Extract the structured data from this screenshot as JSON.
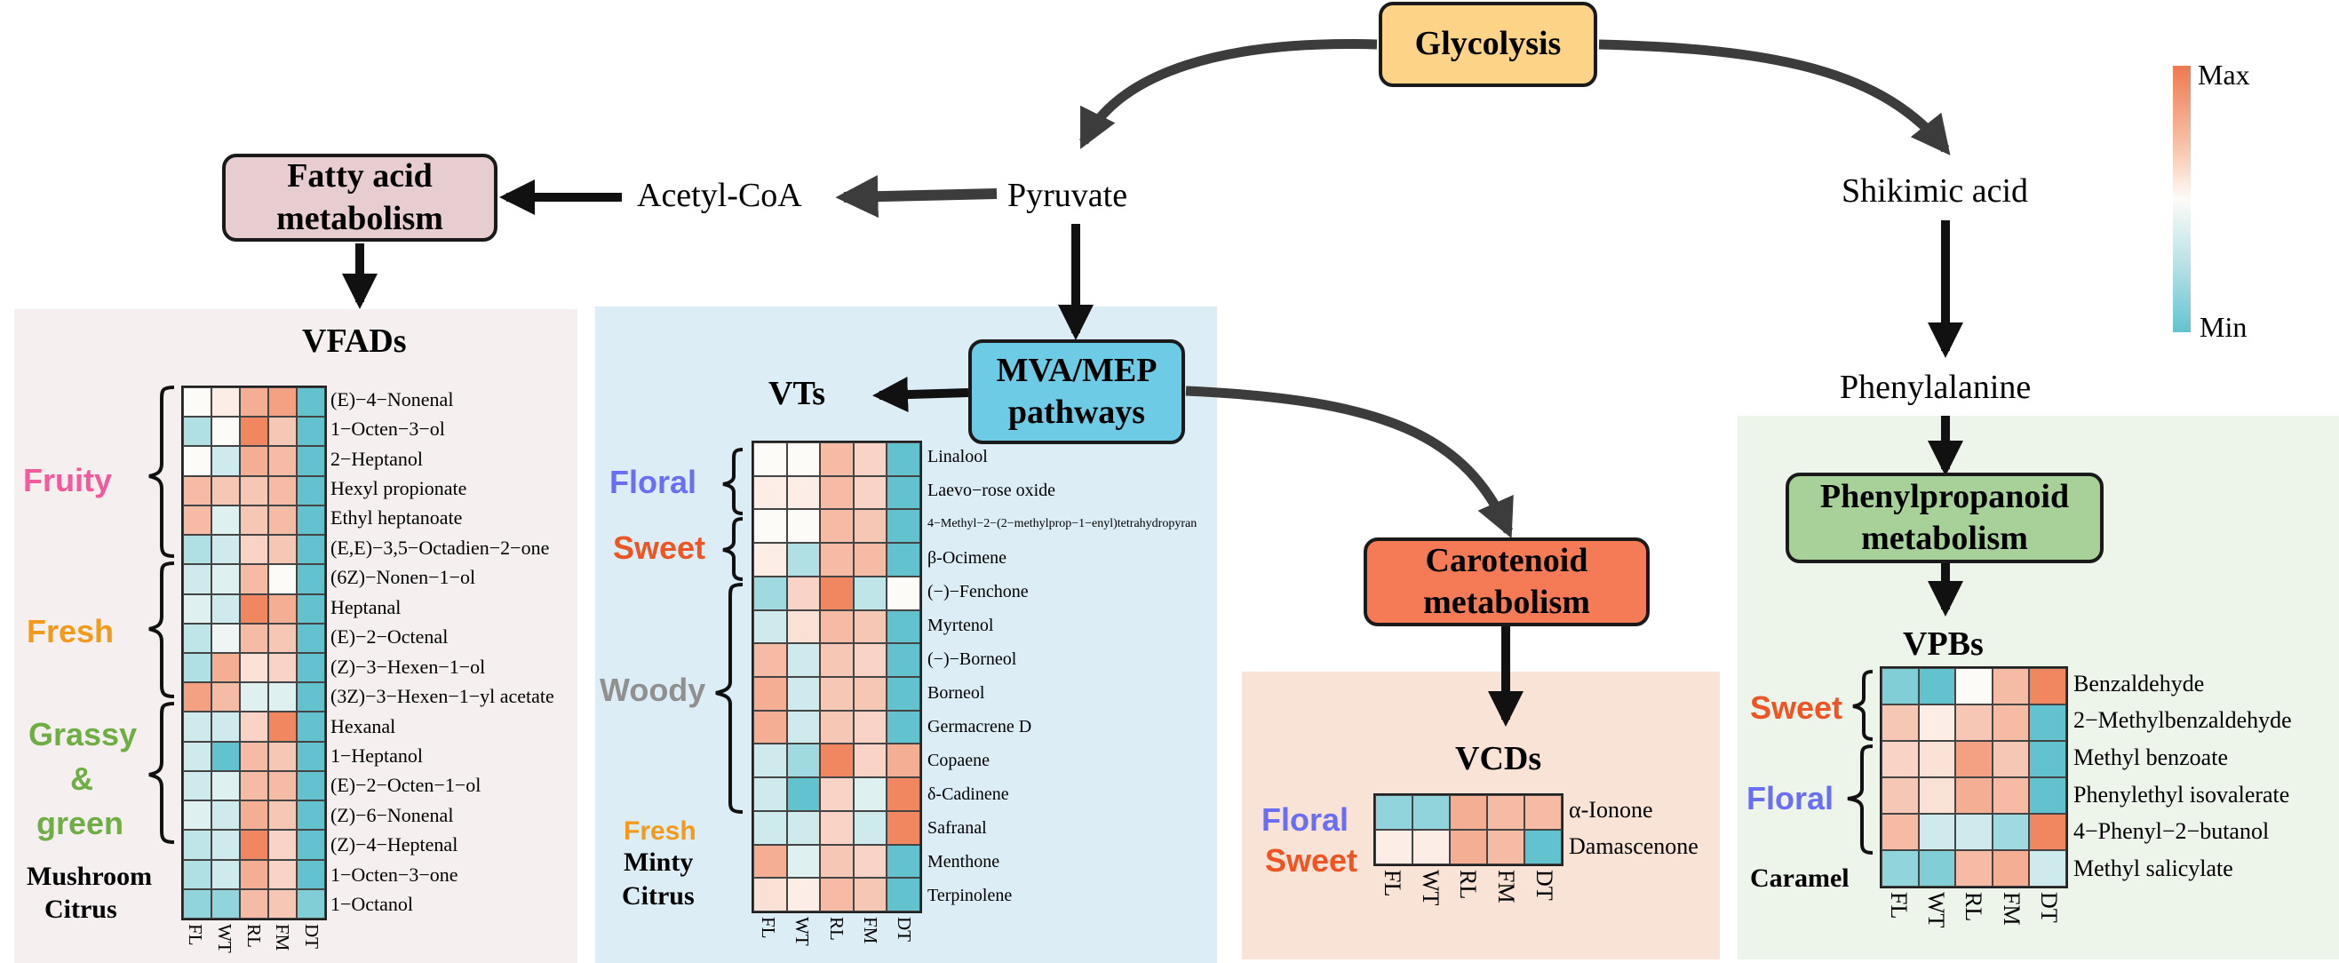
{
  "nodes": {
    "glycolysis": "Glycolysis",
    "pyruvate": "Pyruvate",
    "acetyl_coa": "Acetyl-CoA",
    "fatty_acid": "Fatty acid\nmetabolism",
    "mva_mep": "MVA/MEP\npathways",
    "shikimic": "Shikimic acid",
    "phenylalanine": "Phenylalanine",
    "phenylpropanoid": "Phenylpropanoid\nmetabolism",
    "carotenoid": "Carotenoid\nmetabolism"
  },
  "legend": {
    "max": "Max",
    "min": "Min"
  },
  "colors": {
    "glycolysis": "#fdd387",
    "fatty_acid": "#e8cdd0",
    "mva_mep": "#6ecbe6",
    "carotenoid": "#f47b56",
    "phenylpropanoid": "#a8d19a",
    "vfad_bg": "#f5efef",
    "vt_bg": "#dcedf5",
    "vcd_bg": "#f9e3d6",
    "vpb_bg": "#edf4ea",
    "fruity": "#f25a9b",
    "fresh": "#f39a1c",
    "grassy": "#6fad45",
    "floral": "#6a6ef5",
    "sweet": "#ef5424",
    "woody": "#909090"
  },
  "columns": [
    "FL",
    "WT",
    "RL",
    "FM",
    "DT"
  ],
  "panels": {
    "vfad": {
      "title": "VFADs",
      "compounds": [
        "(E)−4−Nonenal",
        "1−Octen−3−ol",
        "2−Heptanol",
        "Hexyl propionate",
        "Ethyl heptanoate",
        "(E,E)−3,5−Octadien−2−one",
        "(6Z)−Nonen−1−ol",
        "Heptanal",
        "(E)−2−Octenal",
        "(Z)−3−Hexen−1−ol",
        "(3Z)−3−Hexen−1−yl acetate",
        "Hexanal",
        "1−Heptanol",
        "(E)−2−Octen−1−ol",
        "(Z)−6−Nonenal",
        "(Z)−4−Heptenal",
        "1−Octen−3−one",
        "1−Octanol"
      ],
      "categories": {
        "fruity": "Fruity",
        "fresh": "Fresh",
        "grassy": "Grassy",
        "amp": "&",
        "green": "green",
        "mushroom": "Mushroom",
        "citrus": "Citrus"
      },
      "heat": [
        [
          0.0,
          0.1,
          0.6,
          0.7,
          -1.0
        ],
        [
          -0.5,
          0.0,
          0.9,
          0.4,
          -1.0
        ],
        [
          0.0,
          -0.3,
          0.6,
          0.5,
          -1.0
        ],
        [
          0.5,
          0.4,
          0.4,
          0.5,
          -1.0
        ],
        [
          0.5,
          -0.2,
          0.4,
          0.5,
          -1.0
        ],
        [
          -0.5,
          -0.3,
          0.3,
          0.4,
          -1.0
        ],
        [
          -0.3,
          -0.2,
          0.5,
          0.0,
          -1.0
        ],
        [
          -0.2,
          -0.3,
          0.9,
          0.6,
          -1.0
        ],
        [
          -0.4,
          -0.1,
          0.5,
          0.4,
          -1.0
        ],
        [
          -0.5,
          0.6,
          0.2,
          0.3,
          -1.0
        ],
        [
          0.7,
          0.5,
          -0.2,
          -0.2,
          -1.0
        ],
        [
          -0.3,
          -0.3,
          0.3,
          0.9,
          -1.0
        ],
        [
          -0.3,
          -1.0,
          0.5,
          0.4,
          -1.0
        ],
        [
          -0.3,
          -0.2,
          0.5,
          0.5,
          -1.0
        ],
        [
          -0.2,
          -0.3,
          0.6,
          0.4,
          -1.0
        ],
        [
          -0.4,
          -0.3,
          0.9,
          0.3,
          -1.0
        ],
        [
          -0.5,
          -0.3,
          0.6,
          0.3,
          -1.0
        ],
        [
          -0.7,
          -0.7,
          0.5,
          0.4,
          -0.8
        ]
      ]
    },
    "vt": {
      "title": "VTs",
      "compounds": [
        "Linalool",
        "Laevo−rose oxide",
        "4−Methyl−2−(2−methylprop−1−enyl)tetrahydropyran",
        "β-Ocimene",
        "(−)−Fenchone",
        "Myrtenol",
        "(−)−Borneol",
        "Borneol",
        "Germacrene D",
        "Copaene",
        "δ-Cadinene",
        "Safranal",
        "Menthone",
        "Terpinolene"
      ],
      "categories": {
        "floral": "Floral",
        "sweet": "Sweet",
        "woody": "Woody",
        "fresh": "Fresh",
        "minty": "Minty",
        "citrus": "Citrus"
      },
      "heat": [
        [
          0.0,
          0.0,
          0.5,
          0.3,
          -1.0
        ],
        [
          0.1,
          0.1,
          0.5,
          0.3,
          -1.0
        ],
        [
          0.0,
          0.0,
          0.5,
          0.4,
          -1.0
        ],
        [
          0.1,
          -0.5,
          0.5,
          0.5,
          -1.0
        ],
        [
          -0.6,
          0.3,
          0.9,
          -0.4,
          0.0
        ],
        [
          -0.3,
          0.2,
          0.5,
          0.4,
          -1.0
        ],
        [
          0.5,
          -0.3,
          0.4,
          0.3,
          -1.0
        ],
        [
          0.6,
          -0.3,
          0.4,
          0.4,
          -1.0
        ],
        [
          0.6,
          -0.3,
          0.4,
          0.3,
          -1.0
        ],
        [
          -0.3,
          -0.6,
          0.9,
          0.3,
          0.6
        ],
        [
          -0.3,
          -1.0,
          0.3,
          -0.2,
          0.9
        ],
        [
          -0.3,
          -0.3,
          0.3,
          -0.3,
          0.9
        ],
        [
          0.6,
          -0.2,
          0.4,
          0.3,
          -1.0
        ],
        [
          0.2,
          0.1,
          0.5,
          0.4,
          -1.0
        ]
      ]
    },
    "vcd": {
      "title": "VCDs",
      "compounds": [
        "α-Ionone",
        "Damascenone"
      ],
      "categories": {
        "floral": "Floral",
        "sweet": "Sweet"
      },
      "heat": [
        [
          -0.7,
          -0.7,
          0.6,
          0.5,
          0.5
        ],
        [
          0.1,
          0.1,
          0.6,
          0.5,
          -1.0
        ]
      ]
    },
    "vpb": {
      "title": "VPBs",
      "compounds": [
        "Benzaldehyde",
        "2−Methylbenzaldehyde",
        "Methyl benzoate",
        "Phenylethyl isovalerate",
        "4−Phenyl−2−butanol",
        "Methyl salicylate"
      ],
      "categories": {
        "sweet": "Sweet",
        "floral": "Floral",
        "caramel": "Caramel"
      },
      "heat": [
        [
          -0.8,
          -1.0,
          0.0,
          0.5,
          0.9
        ],
        [
          0.4,
          0.1,
          0.4,
          0.5,
          -1.0
        ],
        [
          0.3,
          0.2,
          0.7,
          0.4,
          -1.0
        ],
        [
          0.4,
          0.2,
          0.6,
          0.5,
          -1.0
        ],
        [
          0.5,
          -0.3,
          -0.3,
          -0.6,
          0.9
        ],
        [
          -0.7,
          -0.8,
          0.5,
          0.6,
          -0.3
        ]
      ]
    }
  }
}
